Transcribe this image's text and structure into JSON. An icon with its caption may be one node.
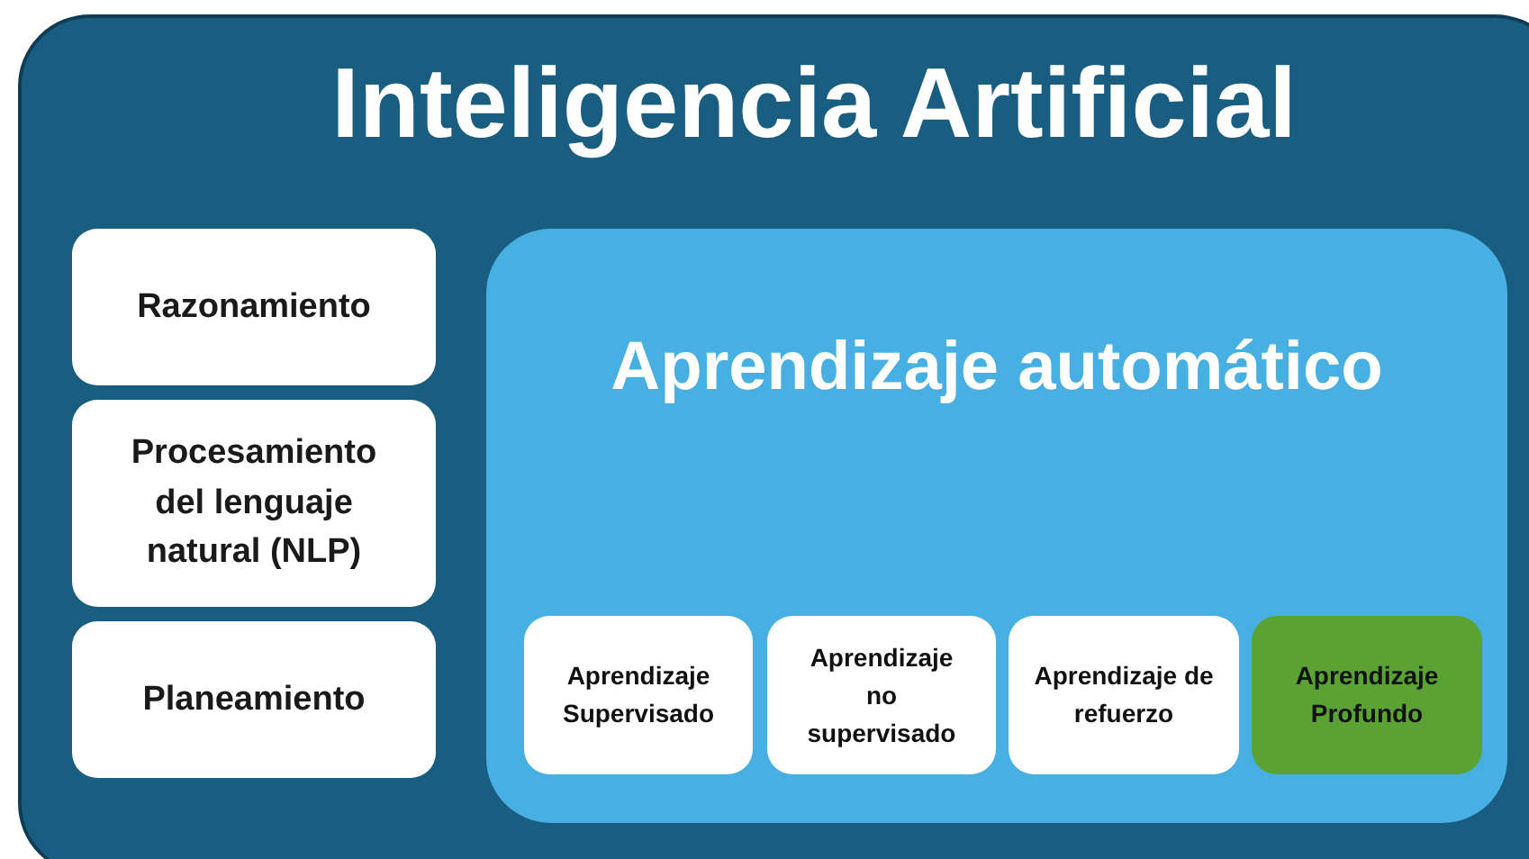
{
  "diagram": {
    "nodes": [
      {
        "text": [
          "Inteligencia Artificial"
        ]
      },
      {
        "text": [
          "Razonamiento"
        ],
        "in": 0
      },
      {
        "text": [
          "Procesamiento del lenguaje natural (NLP)"
        ],
        "in": 0
      },
      {
        "text": [
          "Planeamiento"
        ],
        "in": 0
      },
      {
        "text": [
          "Aprendizaje automático"
        ],
        "in": 0
      },
      {
        "text": [
          "Aprendizaje Supervisado"
        ],
        "in": 4
      },
      {
        "text": [
          "Aprendizaje no supervisado"
        ],
        "in": 4
      },
      {
        "text": [
          "Aprendizaje de refuerzo"
        ],
        "in": 4
      },
      {
        "text": [
          "Aprendizaje Profundo"
        ],
        "in": 4
      }
    ]
  }
}
